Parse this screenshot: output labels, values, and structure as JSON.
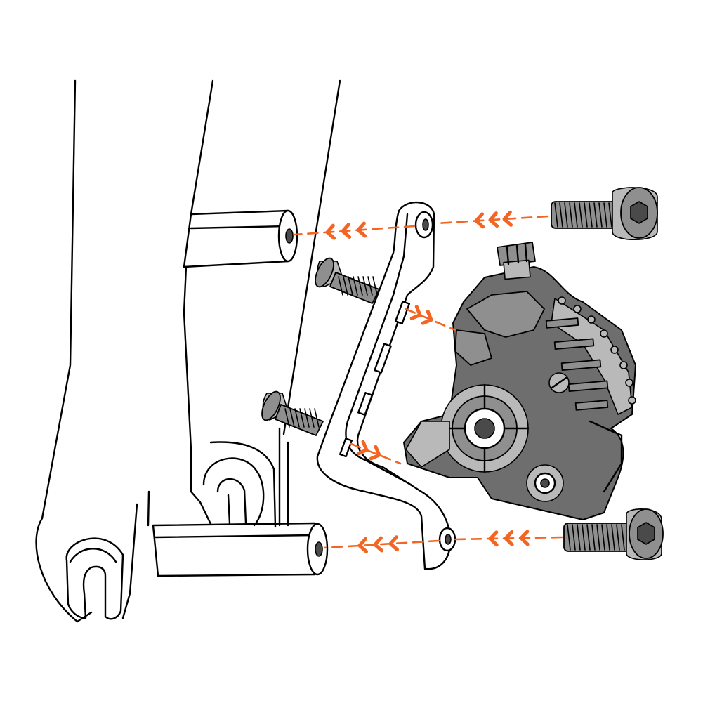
{
  "colors": {
    "line": "#000000",
    "accent_orange": "#f26522",
    "metal_dark": "#6e6e6e",
    "metal_mid": "#8f8f8f",
    "metal_light": "#b9b9b9",
    "background": "#ffffff"
  },
  "parts": [
    {
      "name": "fork-leg"
    },
    {
      "name": "adapter-bracket"
    },
    {
      "name": "brake-caliper"
    },
    {
      "name": "socket-bolt-top"
    },
    {
      "name": "socket-bolt-bottom"
    },
    {
      "name": "countersunk-bolt-upper"
    },
    {
      "name": "countersunk-bolt-lower"
    }
  ],
  "arrows": [
    {
      "name": "arrow-top-bolt-to-adapter",
      "chevrons": 3
    },
    {
      "name": "arrow-adapter-to-fork-top",
      "chevrons": 3
    },
    {
      "name": "arrow-bottom-bolt-to-adapter",
      "chevrons": 3
    },
    {
      "name": "arrow-adapter-to-fork-bottom",
      "chevrons": 3
    },
    {
      "name": "arrow-adapter-to-caliper-upper",
      "chevrons": 2
    },
    {
      "name": "arrow-adapter-to-caliper-lower",
      "chevrons": 2
    }
  ]
}
